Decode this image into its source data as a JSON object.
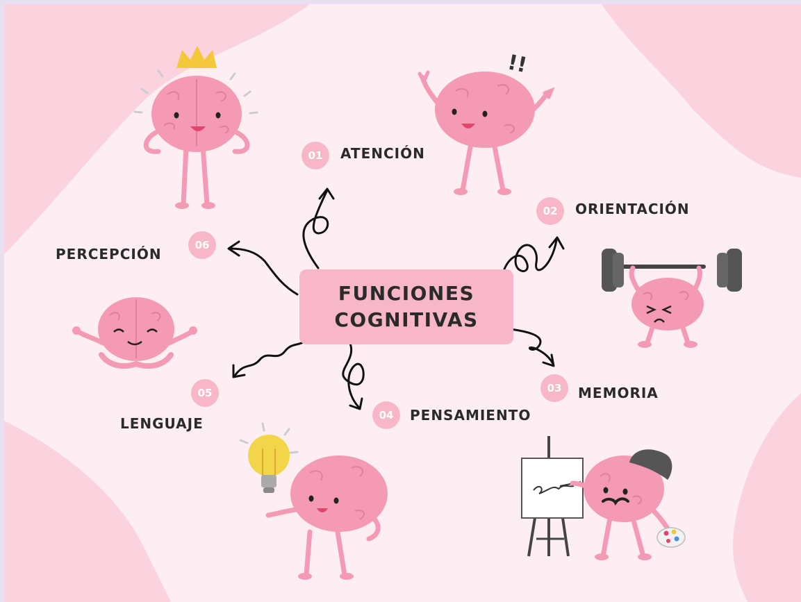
{
  "title": {
    "line1": "FUNCIONES",
    "line2": "COGNITIVAS"
  },
  "nodes": [
    {
      "number": "01",
      "label": "ATENCIÓN"
    },
    {
      "number": "02",
      "label": "ORIENTACIÓN"
    },
    {
      "number": "03",
      "label": "MEMORIA"
    },
    {
      "number": "04",
      "label": "PENSAMIENTO"
    },
    {
      "number": "05",
      "label": "LENGUAJE"
    },
    {
      "number": "06",
      "label": "PERCEPCIÓN"
    }
  ],
  "colors": {
    "background": "#fdeef3",
    "blob": "#fbd3df",
    "accent": "#f8b7c9",
    "brain": "#f59ab4",
    "text": "#2a2a2a"
  },
  "illustrations": [
    "brain-with-crown-icon",
    "excited-brain-icon",
    "brain-lifting-weights-icon",
    "brain-painting-icon",
    "brain-with-lightbulb-icon",
    "meditating-brain-icon"
  ],
  "exclamation": "!!"
}
